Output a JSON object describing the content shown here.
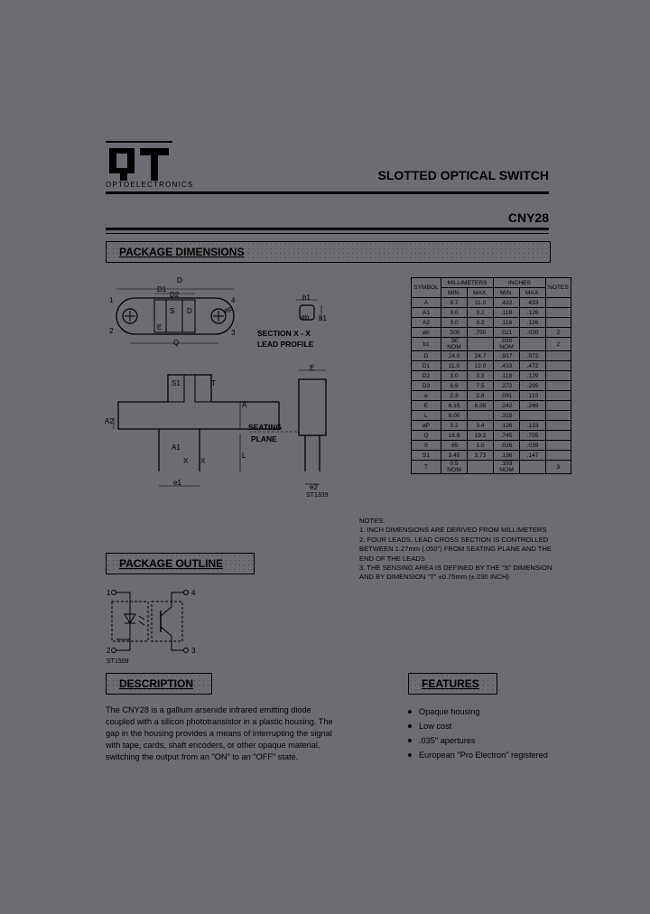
{
  "header": {
    "logo_text": "OPTOELECTRONICS",
    "doc_title": "SLOTTED OPTICAL SWITCH",
    "part_number": "CNY28"
  },
  "sections": {
    "package_dimensions": "PACKAGE DIMENSIONS",
    "package_outline": "PACKAGE OUTLINE",
    "description": "DESCRIPTION",
    "features": "FEATURES"
  },
  "drawing_labels": {
    "section_label_1": "SECTION X - X",
    "section_label_2": "LEAD PROFILE",
    "seating_1": "SEATING",
    "seating_2": "PLANE",
    "fig_id_1": "ST1339",
    "fig_id_2": "ST1509",
    "pin_1": "1",
    "pin_2": "2",
    "pin_3": "3",
    "pin_4": "4",
    "dim_D": "D",
    "dim_D1": "D1",
    "dim_D2": "D2",
    "dim_Q": "Q",
    "dim_E": "E",
    "dim_P": "øP",
    "dim_b1": "b1",
    "dim_b": "øb",
    "dim_S1": "S1",
    "dim_T": "T",
    "dim_A": "A",
    "dim_A1": "A1",
    "dim_A2": "A2",
    "dim_L": "L",
    "dim_X": "X",
    "dim_e1": "e1",
    "dim_e2": "e2"
  },
  "dim_table": {
    "headers": [
      "SYMBOL",
      "MILLIMETERS",
      "INCHES",
      "NOTES"
    ],
    "subheaders": [
      "MIN.",
      "MAX.",
      "MIN.",
      "MAX."
    ],
    "rows": [
      [
        "A",
        "8.7",
        "11.0",
        ".422",
        ".433",
        ""
      ],
      [
        "A1",
        "3.0",
        "3.2",
        ".118",
        ".126",
        ""
      ],
      [
        "A2",
        "3.0",
        "3.2",
        ".118",
        ".126",
        ""
      ],
      [
        "øb",
        ".500",
        ".750",
        ".021",
        ".030",
        "2"
      ],
      [
        "b1",
        ".50 NOM",
        "",
        ".020 NOM",
        "",
        "2"
      ],
      [
        "D",
        "24.0",
        "24.7",
        ".937",
        ".972",
        ""
      ],
      [
        "D1",
        "11.0",
        "12.0",
        ".433",
        ".472",
        ""
      ],
      [
        "D2",
        "3.0",
        "3.3",
        ".118",
        ".129",
        ""
      ],
      [
        "D3",
        "6.9",
        "7.5",
        ".272",
        ".295",
        ""
      ],
      [
        "e",
        "2.3",
        "2.8",
        ".091",
        ".110",
        ""
      ],
      [
        "E",
        "6.15",
        "6.35",
        ".242",
        ".249",
        ""
      ],
      [
        "L",
        "8.00",
        "",
        ".315",
        "",
        ""
      ],
      [
        "øP",
        "3.2",
        "3.4",
        ".126",
        ".133",
        ""
      ],
      [
        "Q",
        "18.9",
        "19.2",
        ".745",
        ".755",
        ""
      ],
      [
        "S",
        ".65",
        "1.0",
        ".026",
        ".039",
        ""
      ],
      [
        "S1",
        "3.45",
        "3.73",
        ".136",
        ".147",
        ""
      ],
      [
        "T",
        "0.5 NOM",
        "",
        ".103 NOM",
        "",
        "3"
      ]
    ]
  },
  "notes": {
    "heading": "NOTES:",
    "items": [
      "1. INCH DIMENSIONS ARE DERIVED FROM MILLIMETERS",
      "2. FOUR LEADS, LEAD CROSS SECTION IS CONTROLLED BETWEEN 1.27mm (.050\") FROM SEATING PLANE AND THE END OF THE LEADS",
      "3. THE SENSING AREA IS DEFINED BY THE \"S\" DIMENSION AND BY DIMENSION \"T\" ±0.75mm (±.030 INCH)"
    ]
  },
  "description_text": "The CNY28 is a gallium arsenide infrared emitting diode coupled with a silicon phototransistor in a plastic housing. The gap in the housing provides a means of interrupting the signal with tape, cards, shaft encoders, or other opaque material, switching the output from an \"ON\" to an \"OFF\" state.",
  "features": [
    "Opaque housing",
    "Low cost",
    ".035\" apertures",
    "European \"Pro Electron\" registered"
  ]
}
